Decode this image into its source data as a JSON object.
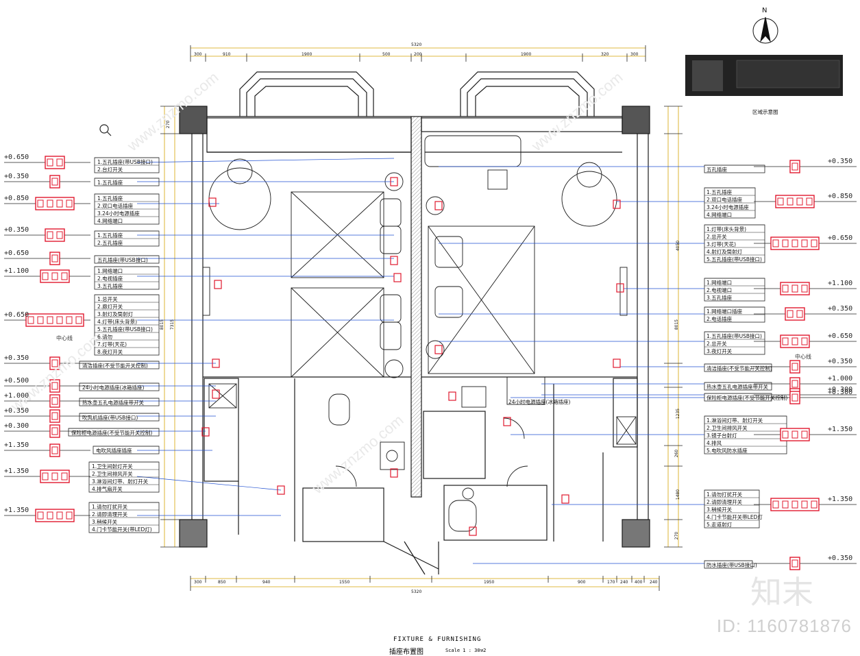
{
  "drawing": {
    "title_en": "FIXTURE & FURNISHING",
    "title_cn": "插座布置图",
    "scale": "Scale 1 : 30ห2",
    "id_text": "ID: 1160781876",
    "brand": "知末",
    "watermark": "www.znzmo.com",
    "key_plan_label": "区域示意图",
    "north": "N",
    "center_line": "中心线"
  },
  "left_levels": [
    "+0.650",
    "+0.350",
    "+0.850",
    "+0.350",
    "+0.650",
    "+1.100",
    "+0.650",
    "+0.350",
    "+0.500",
    "+1.000",
    "+0.350",
    "+0.300",
    "+1.350",
    "+1.350",
    "+1.350"
  ],
  "right_levels": [
    "+0.350",
    "+0.850",
    "+0.650",
    "+1.100",
    "+0.350",
    "+0.650",
    "+0.350",
    "+1.000",
    "+0.300",
    "+0.300",
    "+1.350",
    "+1.350",
    "+0.350"
  ],
  "left_notes": [
    "1.五孔插座(带USB接口)",
    "2.台灯开关",
    "1.五孔插座",
    "1.五孔插座",
    "2.双口电话插座",
    "3.24小时电源插座",
    "4.网络端口",
    "1.五孔插座",
    "2.五孔插座",
    "五孔插座(带USB接口)",
    "1.网络端口",
    "2.电视插座",
    "3.五孔插座",
    "1.总开关",
    "2.廊灯开关",
    "3.射灯及筒射灯",
    "4.灯带(床头背景)",
    "5.五孔插座(带USB接口)",
    "6.请勿",
    "7.灯带(天花)",
    "8.夜灯开关",
    "清洁插座(不受节能开关控制)",
    "24小时电源插座(冰箱插座)",
    "热水壶五孔电源插座带开关",
    "吹风机插座(带USB接口)",
    "保险柜电源插座(不受节能开关控制)",
    "电吹风插座插座",
    "1.卫生间射灯开关",
    "2.卫生间排风开关",
    "3.淋浴间灯带、射灯开关",
    "4.排气扇开关",
    "1.请勿打扰开关",
    "2.请即清理开关",
    "3.稍候开关",
    "4.门卡节能开关(带LED灯)"
  ],
  "right_notes": [
    "五孔插座",
    "1.五孔插座",
    "2.双口电话插座",
    "3.24小时电源插座",
    "4.网络端口",
    "1.灯带(床头背景)",
    "2.总开关",
    "3.灯带(天花)",
    "4.射灯及筒射灯",
    "5.五孔插座(带USB接口)",
    "1.网络端口",
    "2.电视端口",
    "3.五孔插座",
    "1.网络端口插座",
    "2.电话插座",
    "1.五孔插座(带USB接口)",
    "2.总开关",
    "3.夜灯开关",
    "清洁插座(不受节能开关控制)",
    "热水壶五孔电源插座带开关",
    "保险柜电源插座(不受节能开关控制)",
    "1.淋浴间灯带、射灯开关",
    "2.卫生间排风开关",
    "3.镜子台射灯",
    "4.排风",
    "5.电吹风防水插座",
    "1.请勿打扰开关",
    "2.请即清理开关",
    "3.稍候开关",
    "4.门卡节能开关带LED灯",
    "5.走道射灯",
    "防水插座(带USB接口)",
    "24小时电源插座(冰箱插座)"
  ],
  "dims_top": [
    "300",
    "910",
    "1900",
    "500",
    "200",
    "1900",
    "320",
    "300",
    "5320"
  ],
  "dims_bottom": [
    "300",
    "850",
    "940",
    "1550",
    "1950",
    "900",
    "170",
    "240",
    "400",
    "240",
    "5320"
  ],
  "dims_side": [
    "270",
    "7315",
    "8015",
    "8015",
    "4050",
    "1235",
    "260",
    "1480",
    "270"
  ],
  "colors": {
    "ink": "#1a1a1a",
    "socket": "#e0182d",
    "lead": "#1f4fd1",
    "wm": "#e8e8e8"
  }
}
